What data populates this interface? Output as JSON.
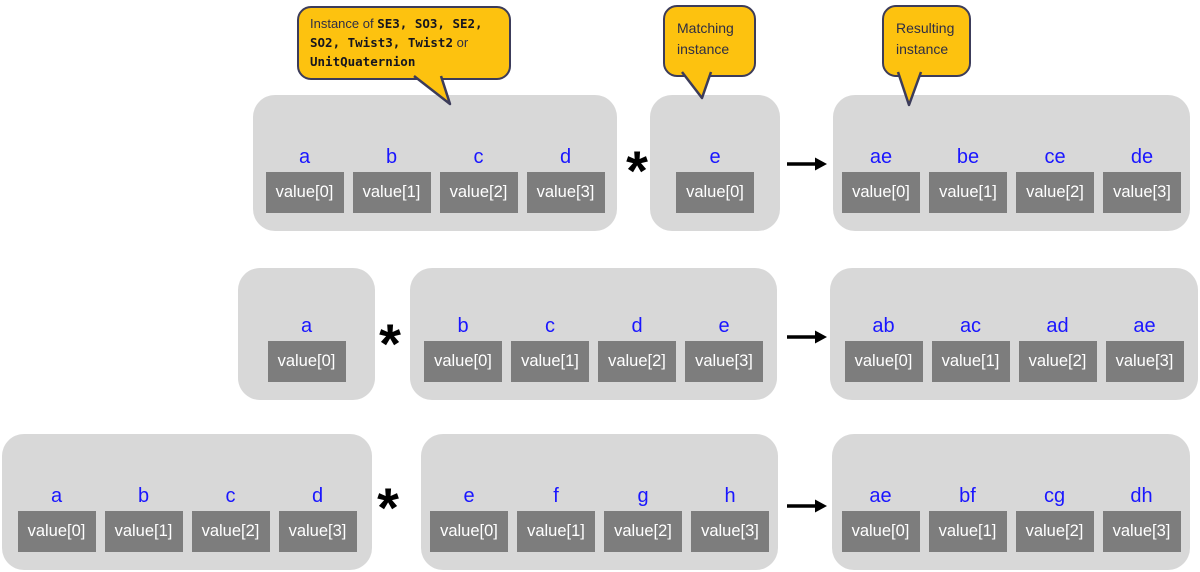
{
  "palette": {
    "container_bg": "#d8d8d8",
    "value_box_bg": "#7d7d7d",
    "value_box_text": "#ffffff",
    "element_label": "#1a16ff",
    "callout_bg": "#fdc20f",
    "callout_border": "#3c3c5a",
    "callout_text": "#2e2e45",
    "operator_color": "#000000"
  },
  "operator": "*",
  "callouts": {
    "instance_of": {
      "line1_text": "Instance of ",
      "line1_code": "SE3, SO3, SE2,",
      "line2_code": "SO2, Twist3, Twist2",
      "line2_text": " or",
      "line3_code": "UnitQuaternion"
    },
    "matching": {
      "text": "Matching instance"
    },
    "resulting": {
      "text": "Resulting instance"
    }
  },
  "rows": [
    {
      "left": {
        "cells": [
          {
            "label": "a",
            "value": "value[0]"
          },
          {
            "label": "b",
            "value": "value[1]"
          },
          {
            "label": "c",
            "value": "value[2]"
          },
          {
            "label": "d",
            "value": "value[3]"
          }
        ]
      },
      "right": {
        "cells": [
          {
            "label": "e",
            "value": "value[0]"
          }
        ]
      },
      "result": {
        "cells": [
          {
            "label": "ae",
            "value": "value[0]"
          },
          {
            "label": "be",
            "value": "value[1]"
          },
          {
            "label": "ce",
            "value": "value[2]"
          },
          {
            "label": "de",
            "value": "value[3]"
          }
        ]
      }
    },
    {
      "left": {
        "cells": [
          {
            "label": "a",
            "value": "value[0]"
          }
        ]
      },
      "right": {
        "cells": [
          {
            "label": "b",
            "value": "value[0]"
          },
          {
            "label": "c",
            "value": "value[1]"
          },
          {
            "label": "d",
            "value": "value[2]"
          },
          {
            "label": "e",
            "value": "value[3]"
          }
        ]
      },
      "result": {
        "cells": [
          {
            "label": "ab",
            "value": "value[0]"
          },
          {
            "label": "ac",
            "value": "value[1]"
          },
          {
            "label": "ad",
            "value": "value[2]"
          },
          {
            "label": "ae",
            "value": "value[3]"
          }
        ]
      }
    },
    {
      "left": {
        "cells": [
          {
            "label": "a",
            "value": "value[0]"
          },
          {
            "label": "b",
            "value": "value[1]"
          },
          {
            "label": "c",
            "value": "value[2]"
          },
          {
            "label": "d",
            "value": "value[3]"
          }
        ]
      },
      "right": {
        "cells": [
          {
            "label": "e",
            "value": "value[0]"
          },
          {
            "label": "f",
            "value": "value[1]"
          },
          {
            "label": "g",
            "value": "value[2]"
          },
          {
            "label": "h",
            "value": "value[3]"
          }
        ]
      },
      "result": {
        "cells": [
          {
            "label": "ae",
            "value": "value[0]"
          },
          {
            "label": "bf",
            "value": "value[1]"
          },
          {
            "label": "cg",
            "value": "value[2]"
          },
          {
            "label": "dh",
            "value": "value[3]"
          }
        ]
      }
    }
  ]
}
